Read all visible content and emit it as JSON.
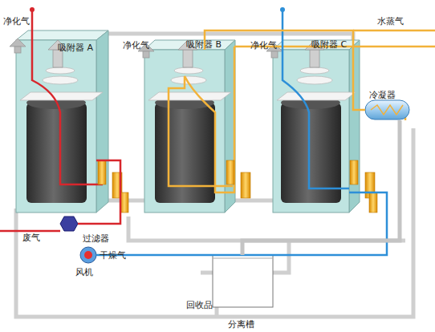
{
  "diagram": {
    "nodes": [
      {
        "text": [
          "吸附器 A"
        ]
      },
      {
        "text": [
          "吸附器 B"
        ]
      },
      {
        "text": [
          "吸附器 C"
        ]
      },
      {
        "text": [
          "过滤器"
        ]
      },
      {
        "text": [
          "风机"
        ]
      },
      {
        "text": [
          "冷凝器"
        ]
      },
      {
        "text": [
          "回收品"
        ]
      }
    ],
    "edges": [
      {
        "from": 3,
        "to": 0,
        "arrow": "none"
      },
      {
        "from": 4,
        "to": 2,
        "arrow": "none"
      },
      {
        "from": 1,
        "to": 5,
        "arrow": "none"
      },
      {
        "from": 5,
        "to": 6,
        "arrow": "none"
      }
    ],
    "labels": [
      "净化气",
      "净化气",
      "净化气",
      "水蒸气",
      "废气",
      "干燥气",
      "分离槽"
    ]
  }
}
